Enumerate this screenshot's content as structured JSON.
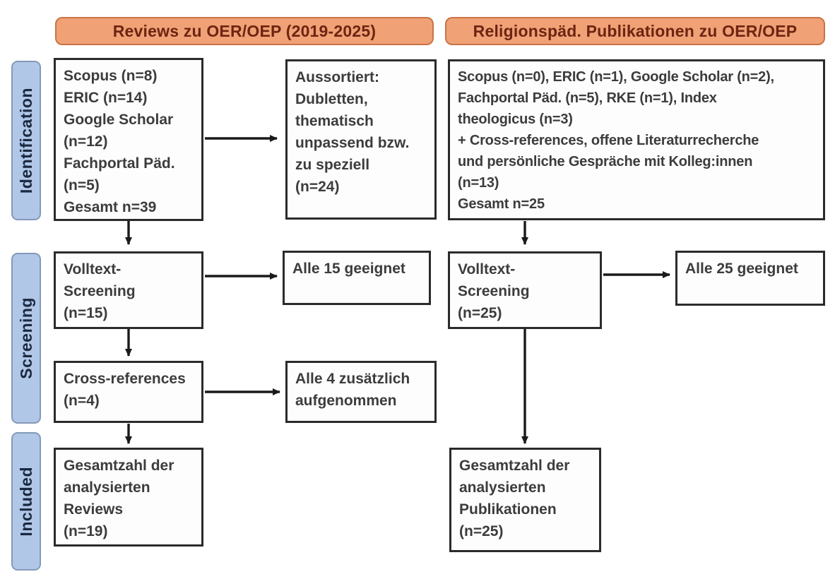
{
  "colors": {
    "header_fill": "#f0a276",
    "header_border": "#c97347",
    "header_text": "#6e2412",
    "stage_fill": "#b0c7e7",
    "stage_border": "#8599b8",
    "stage_text": "#1b2940",
    "box_border": "#2b2b2b",
    "box_text": "#3c3c3c",
    "arrow": "#1a1a1a",
    "page_bg": "#ffffff"
  },
  "headers": {
    "left": "Reviews zu OER/OEP (2019-2025)",
    "right": "Religionspäd. Publikationen zu OER/OEP"
  },
  "stages": {
    "identification": "Identification",
    "screening": "Screening",
    "included": "Included"
  },
  "left_flow": {
    "sources": "Scopus (n=8)\nERIC (n=14)\nGoogle Scholar\n(n=12)\nFachportal Päd.\n(n=5)\nGesamt n=39",
    "excluded": "Aussortiert:\nDubletten,\nthematisch\nunpassend bzw.\nzu speziell\n(n=24)",
    "fulltext_screening": "Volltext-\nScreening\n(n=15)",
    "fulltext_result": "Alle 15 geeignet",
    "cross_references": "Cross-references\n(n=4)",
    "cross_references_result": "Alle 4 zusätzlich\naufgenommen",
    "included_total": "Gesamtzahl der\nanalysierten\nReviews\n(n=19)"
  },
  "right_flow": {
    "sources": "Scopus (n=0), ERIC (n=1), Google Scholar (n=2),\nFachportal Päd. (n=5), RKE (n=1), Index\ntheologicus (n=3)\n+ Cross-references, offene Literaturrecherche\nund persönliche Gespräche mit Kolleg:innen\n(n=13)\nGesamt n=25",
    "fulltext_screening": "Volltext-\nScreening\n(n=25)",
    "fulltext_result": "Alle 25 geeignet",
    "included_total": "Gesamtzahl der\nanalysierten\nPublikationen\n(n=25)"
  }
}
